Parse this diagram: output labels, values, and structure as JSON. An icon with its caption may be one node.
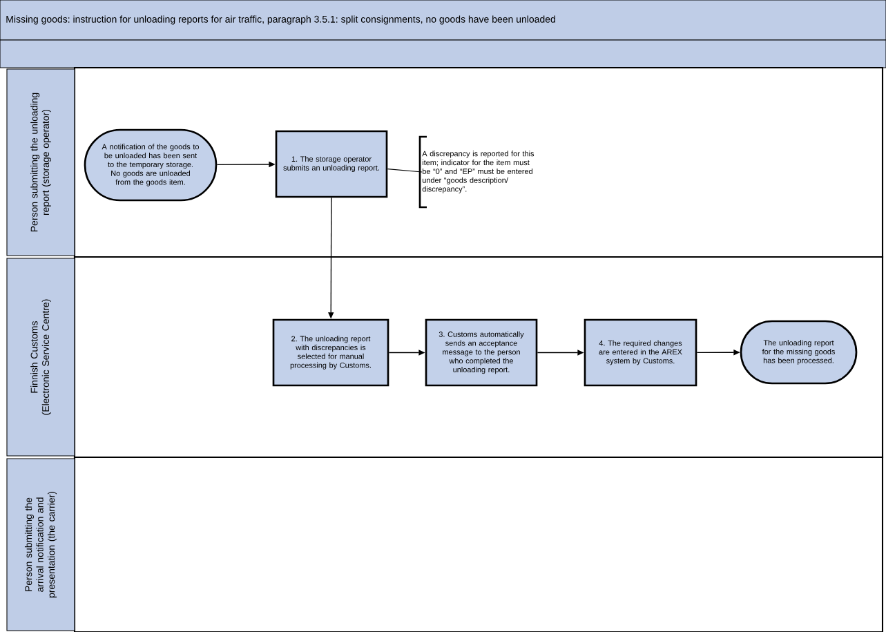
{
  "diagram": {
    "title": "Missing goods: instruction for unloading reports for air traffic, paragraph 3.5.1: split consignments, no goods have been unloaded",
    "nodes": [
      {
        "text": [
          "Person submitting the unloading report (storage operator)"
        ]
      },
      {
        "text": [
          "A notification of the goods to be unloaded has been sent to the temporary storage. No goods are unloaded from the goods item."
        ],
        "in": 0
      },
      {
        "text": [
          "1. The storage operator submits an unloading report."
        ],
        "in": 0
      },
      {
        "text": [
          "A discrepancy is reported for this item; indicator for the item must be “0” and “EP” must be entered under “goods description/ discrepancy”."
        ],
        "in": 0
      },
      {
        "text": [
          "Finnish Customs (Electronic Service Centre)"
        ]
      },
      {
        "text": [
          "2. The unloading report with discrepancies is selected for manual processing by Customs."
        ],
        "in": 4
      },
      {
        "text": [
          "3. Customs automatically sends an acceptance message to the person who completed the unloading report."
        ],
        "in": 4
      },
      {
        "text": [
          "4. The required changes are entered in the AREX system by Customs."
        ],
        "in": 4
      },
      {
        "text": [
          "The unloading report for the missing goods has been processed."
        ],
        "in": 4
      },
      {
        "text": [
          "Person submitting the arrival notification and presentation (the carrier)"
        ]
      }
    ],
    "edges": [
      {
        "from": 1,
        "to": 2,
        "arrow": "to"
      },
      {
        "from": 2,
        "to": 3,
        "arrow": "none"
      },
      {
        "from": 2,
        "to": 5,
        "arrow": "to"
      },
      {
        "from": 5,
        "to": 6,
        "arrow": "to"
      },
      {
        "from": 6,
        "to": 7,
        "arrow": "to"
      },
      {
        "from": 7,
        "to": 8,
        "arrow": "to"
      }
    ]
  }
}
